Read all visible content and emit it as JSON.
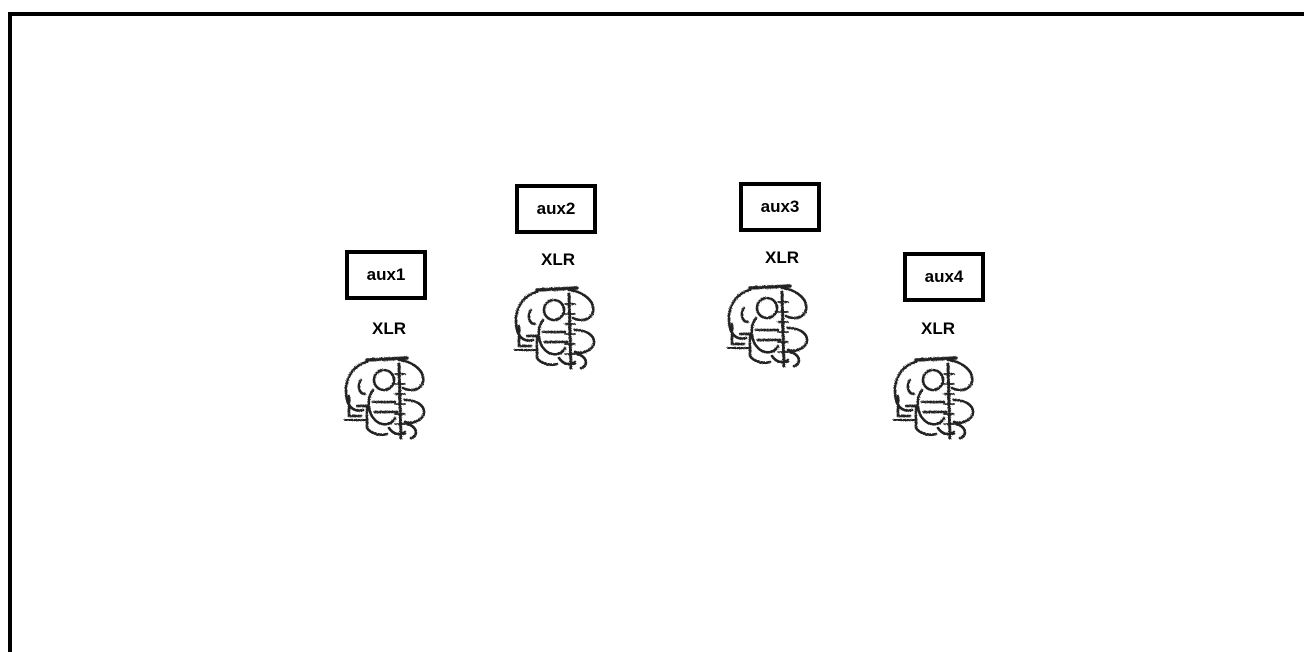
{
  "channels": [
    {
      "name": "aux1",
      "connector": "XLR",
      "icon": "xlr-connector-icon"
    },
    {
      "name": "aux2",
      "connector": "XLR",
      "icon": "xlr-connector-icon"
    },
    {
      "name": "aux3",
      "connector": "XLR",
      "icon": "xlr-connector-icon"
    },
    {
      "name": "aux4",
      "connector": "XLR",
      "icon": "xlr-connector-icon"
    }
  ]
}
